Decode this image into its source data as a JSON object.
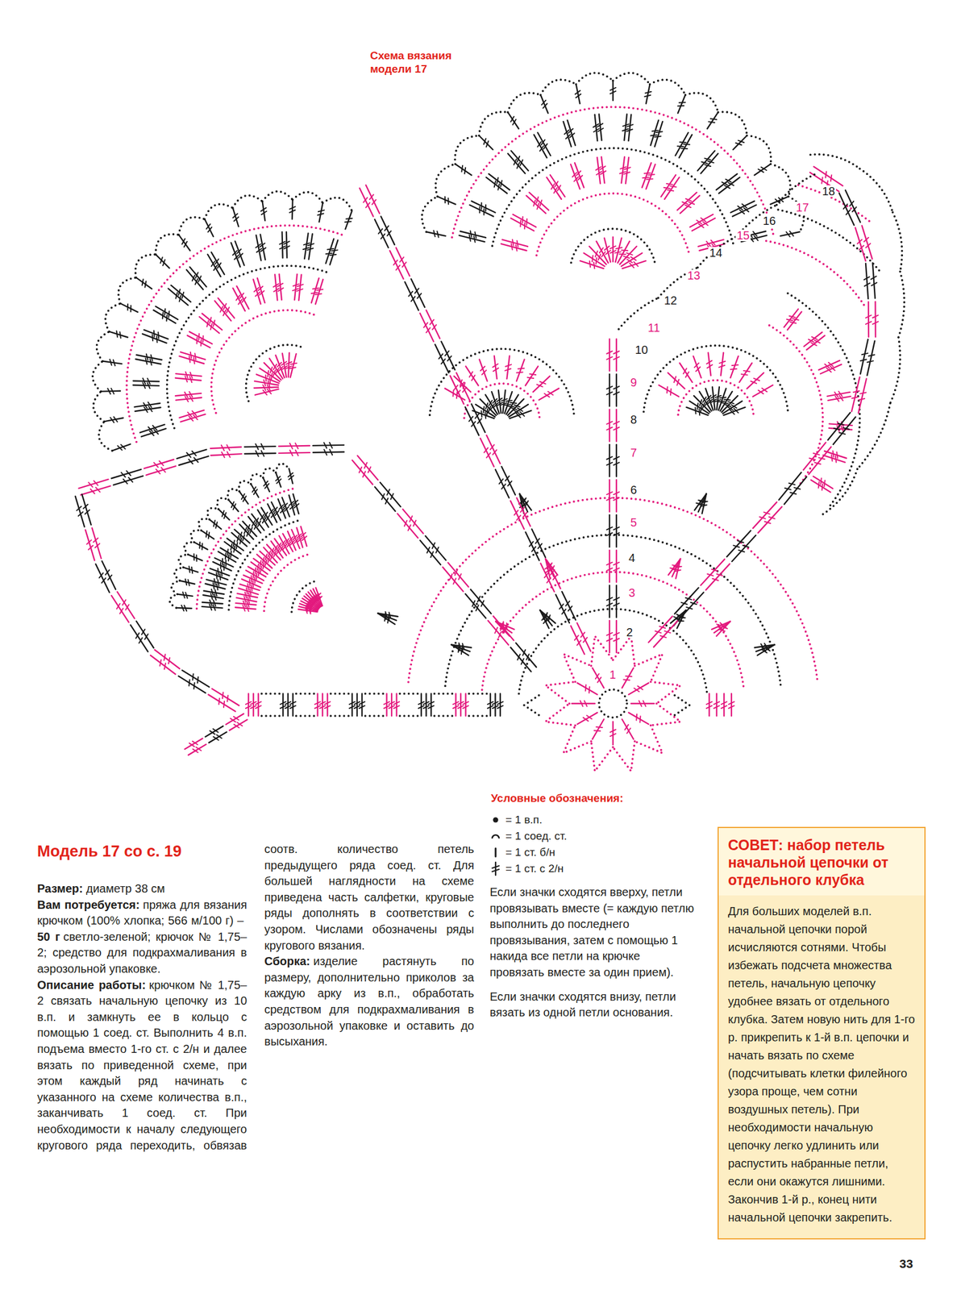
{
  "diagram": {
    "title": "Схема вязания модели 17",
    "nodes": [
      {
        "text": [
          "СОВЕТ: набор петель начальной цепочки от отдельного клубка",
          "Для больших моделей в.п. начальной цепочки порой исчисляются сотнями. Чтобы избежать подсчета множества петель, начальную цепочку удобнее вязать от отдельного клубка. Затем новую нить для 1-го р. прикрепить к 1-й в.п. цепочки и начать вязать по схеме (подсчитывать клетки филейного узора проще, чем сотни воздушных петель). При необходимости начальную цепочку легко удлинить или распустить набранные петли, если они окажутся лишними. Закончив 1-й р., конец нити начальной цепочки закрепить."
        ]
      }
    ],
    "labels": [
      "Модель 17 со с. 19",
      "Размер:",
      "диаметр 38 см",
      "Вам потребуется:",
      "пряжа для вязания крючком (100% хлопка; 566 м/100 г) –",
      "50 г",
      "светло-зеленой; крючок № 1,75–2; средство для подкрахмаливания в аэрозольной упаковке.",
      "Описание работы:",
      "крючком № 1,75–2 связать начальную цепочку из 10 в.п. и замкнуть ее в кольцо с помощью 1 соед. ст. Выполнить 4 в.п. подъема вместо 1-го ст. с 2/н и далее вязать по приведенной схеме, при этом каждый ряд начинать с указанного на схеме количества в.п., заканчивать 1 соед. ст. При необходимости к началу следующего кругового ряда переходить, обвязав соотв. количество петель предыдущего ряда соед. ст. Для большей наглядности на схеме приведена часть салфетки, круговые ряды дополнять в соответствии с узором. Числами обозначены ряды кругового вязания.",
      "Сборка:",
      "изделие растянуть по размеру, дополнительно приколов за каждую арку из в.п., обработать средством для подкрахмаливания в аэрозольной упаковке и оставить до высыхания.",
      "Условные обозначения:",
      "Если значки сходятся вверху, петли провязывать вместе (= каждую петлю выполнить до последнего провязывания, затем с помощью 1 накида все петли на крючке провязать вместе за один прием).",
      "Если значки сходятся внизу, петли вязать из одной петли основания.",
      "33",
      "1",
      "2",
      "3",
      "4",
      "5",
      "6",
      "7",
      "8",
      "9",
      "10",
      "11",
      "12",
      "13",
      "14",
      "15",
      "16",
      "17",
      "18"
    ],
    "legend": [
      {
        "text": "= 1 в.п."
      },
      {
        "text": "= 1 соед. ст."
      },
      {
        "text": "= 1 ст. б/н"
      },
      {
        "text": "= 1 ст. с 2/н"
      }
    ]
  }
}
